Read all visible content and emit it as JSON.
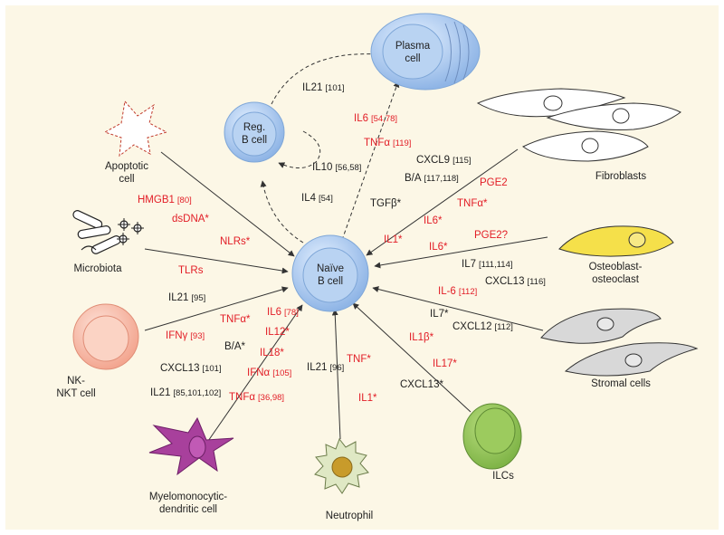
{
  "colors": {
    "background": "#fcf7e6",
    "signal_red": "#e21d26",
    "signal_black": "#1e1e1e",
    "b_cell_blue": "#a9c8ee",
    "osteoclast_yellow": "#f5e04a",
    "nk_pink": "#f7b6a4",
    "ilc_green": "#8bbf4c",
    "myelo_purple": "#a8409c",
    "neutrophil_green": "#dfe8c4",
    "neutrophil_core": "#c89b2b",
    "stromal_grey": "#d8d8d8"
  },
  "cells": {
    "naive_b": [
      "Naïve",
      "B cell"
    ],
    "reg_b": [
      "Reg.",
      "B cell"
    ],
    "plasma": [
      "Plasma",
      "cell"
    ],
    "apoptotic": [
      "Apoptotic",
      "cell"
    ],
    "microbiota": [
      "Microbiota"
    ],
    "nk": [
      "NK-",
      "NKT cell"
    ],
    "myelo": [
      "Myelomonocytic-",
      "dendritic cell"
    ],
    "neutrophil": [
      "Neutrophil"
    ],
    "ilcs": [
      "ILCs"
    ],
    "stromal": [
      "Stromal cells"
    ],
    "osteo": [
      "Osteoblast-",
      "osteoclast"
    ],
    "fibro": [
      "Fibroblasts"
    ]
  },
  "signals": [
    {
      "id": "il21-101",
      "t": "IL21",
      "r": "[101]",
      "c": "blk"
    },
    {
      "id": "il6-54-78",
      "t": "IL6",
      "r": "[54,78]",
      "c": "red"
    },
    {
      "id": "tnfa-119",
      "t": "TNFα",
      "r": "[119]",
      "c": "red"
    },
    {
      "id": "il10",
      "t": "IL10",
      "r": "[56,58]",
      "c": "blk"
    },
    {
      "id": "il4",
      "t": "IL4",
      "r": "[54]",
      "c": "blk"
    },
    {
      "id": "tgfb",
      "t": "TGFβ*",
      "r": "",
      "c": "blk"
    },
    {
      "id": "hmgb1",
      "t": "HMGB1",
      "r": "[80]",
      "c": "red"
    },
    {
      "id": "dsdna",
      "t": "dsDNA*",
      "r": "",
      "c": "red"
    },
    {
      "id": "nlrs",
      "t": "NLRs*",
      "r": "",
      "c": "red"
    },
    {
      "id": "tlrs",
      "t": "TLRs",
      "r": "",
      "c": "red"
    },
    {
      "id": "il21-95",
      "t": "IL21",
      "r": "[95]",
      "c": "blk"
    },
    {
      "id": "tnfa-nk",
      "t": "TNFα*",
      "r": "",
      "c": "red"
    },
    {
      "id": "ifng",
      "t": "IFNγ",
      "r": "[93]",
      "c": "red"
    },
    {
      "id": "ba-myelo",
      "t": "B/A*",
      "r": "",
      "c": "blk"
    },
    {
      "id": "cxcl13-101",
      "t": "CXCL13",
      "r": "[101]",
      "c": "blk"
    },
    {
      "id": "il21-85",
      "t": "IL21",
      "r": "[85,101,102]",
      "c": "blk"
    },
    {
      "id": "il6-78",
      "t": "IL6",
      "r": "[78]",
      "c": "red"
    },
    {
      "id": "il12",
      "t": "IL12*",
      "r": "",
      "c": "red"
    },
    {
      "id": "il18",
      "t": "IL18*",
      "r": "",
      "c": "red"
    },
    {
      "id": "ifna",
      "t": "IFNα",
      "r": "[105]",
      "c": "red"
    },
    {
      "id": "tnfa-36",
      "t": "TNFα",
      "r": "[36,98]",
      "c": "red"
    },
    {
      "id": "il21-96",
      "t": "IL21",
      "r": "[96]",
      "c": "blk"
    },
    {
      "id": "tnf-neut",
      "t": "TNF*",
      "r": "",
      "c": "red"
    },
    {
      "id": "il1-neut",
      "t": "IL1*",
      "r": "",
      "c": "red"
    },
    {
      "id": "cxcl13-ilc",
      "t": "CXCL13*",
      "r": "",
      "c": "blk"
    },
    {
      "id": "il17",
      "t": "IL17*",
      "r": "",
      "c": "red"
    },
    {
      "id": "il1b",
      "t": "IL1β*",
      "r": "",
      "c": "red"
    },
    {
      "id": "il7-strom",
      "t": "IL7*",
      "r": "",
      "c": "blk"
    },
    {
      "id": "cxcl12",
      "t": "CXCL12",
      "r": "[112]",
      "c": "blk"
    },
    {
      "id": "il6-112",
      "t": "IL-6",
      "r": "[112]",
      "c": "red"
    },
    {
      "id": "cxcl13-116",
      "t": "CXCL13",
      "r": "[116]",
      "c": "blk"
    },
    {
      "id": "il7-osteo",
      "t": "IL7",
      "r": "[111,114]",
      "c": "blk"
    },
    {
      "id": "pge2q",
      "t": "PGE2?",
      "r": "",
      "c": "red"
    },
    {
      "id": "il6-osteo",
      "t": "IL6*",
      "r": "",
      "c": "red"
    },
    {
      "id": "il1-fibro",
      "t": "IL1*",
      "r": "",
      "c": "red"
    },
    {
      "id": "il6-fibro",
      "t": "IL6*",
      "r": "",
      "c": "red"
    },
    {
      "id": "tnfa-fibro",
      "t": "TNFα*",
      "r": "",
      "c": "red"
    },
    {
      "id": "pge2",
      "t": "PGE2",
      "r": "",
      "c": "red"
    },
    {
      "id": "ba-fibro",
      "t": "B/A",
      "r": "[117,118]",
      "c": "blk"
    },
    {
      "id": "cxcl9",
      "t": "CXCL9",
      "r": "[115]",
      "c": "blk"
    }
  ]
}
